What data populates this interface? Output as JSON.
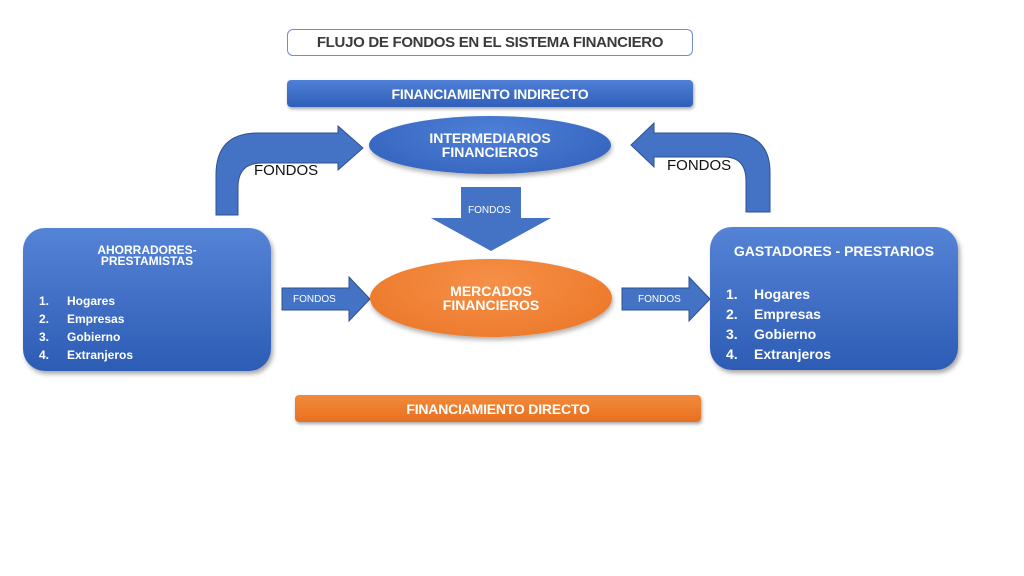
{
  "title": "FLUJO DE FONDOS EN EL SISTEMA FINANCIERO",
  "banners": {
    "indirect": "FINANCIAMIENTO INDIRECTO",
    "direct": "FINANCIAMIENTO DIRECTO"
  },
  "nodes": {
    "intermediaries": {
      "line1": "INTERMEDIARIOS",
      "line2": "FINANCIEROS"
    },
    "markets": {
      "line1": "MERCADOS",
      "line2": "FINANCIEROS"
    },
    "savers": {
      "title_line1": "AHORRADORES-",
      "title_line2": "PRESTAMISTAS",
      "items": [
        {
          "num": "1.",
          "label": "Hogares"
        },
        {
          "num": "2.",
          "label": "Empresas"
        },
        {
          "num": "3.",
          "label": "Gobierno"
        },
        {
          "num": "4.",
          "label": "Extranjeros"
        }
      ]
    },
    "spenders": {
      "title": "GASTADORES - PRESTARIOS",
      "items": [
        {
          "num": "1.",
          "label": "Hogares"
        },
        {
          "num": "2.",
          "label": "Empresas"
        },
        {
          "num": "3.",
          "label": "Gobierno"
        },
        {
          "num": "4.",
          "label": "Extranjeros"
        }
      ]
    }
  },
  "arrows": {
    "savers_to_intermediaries": "FONDOS",
    "spenders_from_intermediaries": "FONDOS",
    "intermediaries_to_markets": "FONDOS",
    "savers_to_markets": "FONDOS",
    "markets_to_spenders": "FONDOS"
  },
  "colors": {
    "blue": "#3a6cc8",
    "orange": "#ee7a2a",
    "arrow_blue": "#4472c4"
  }
}
